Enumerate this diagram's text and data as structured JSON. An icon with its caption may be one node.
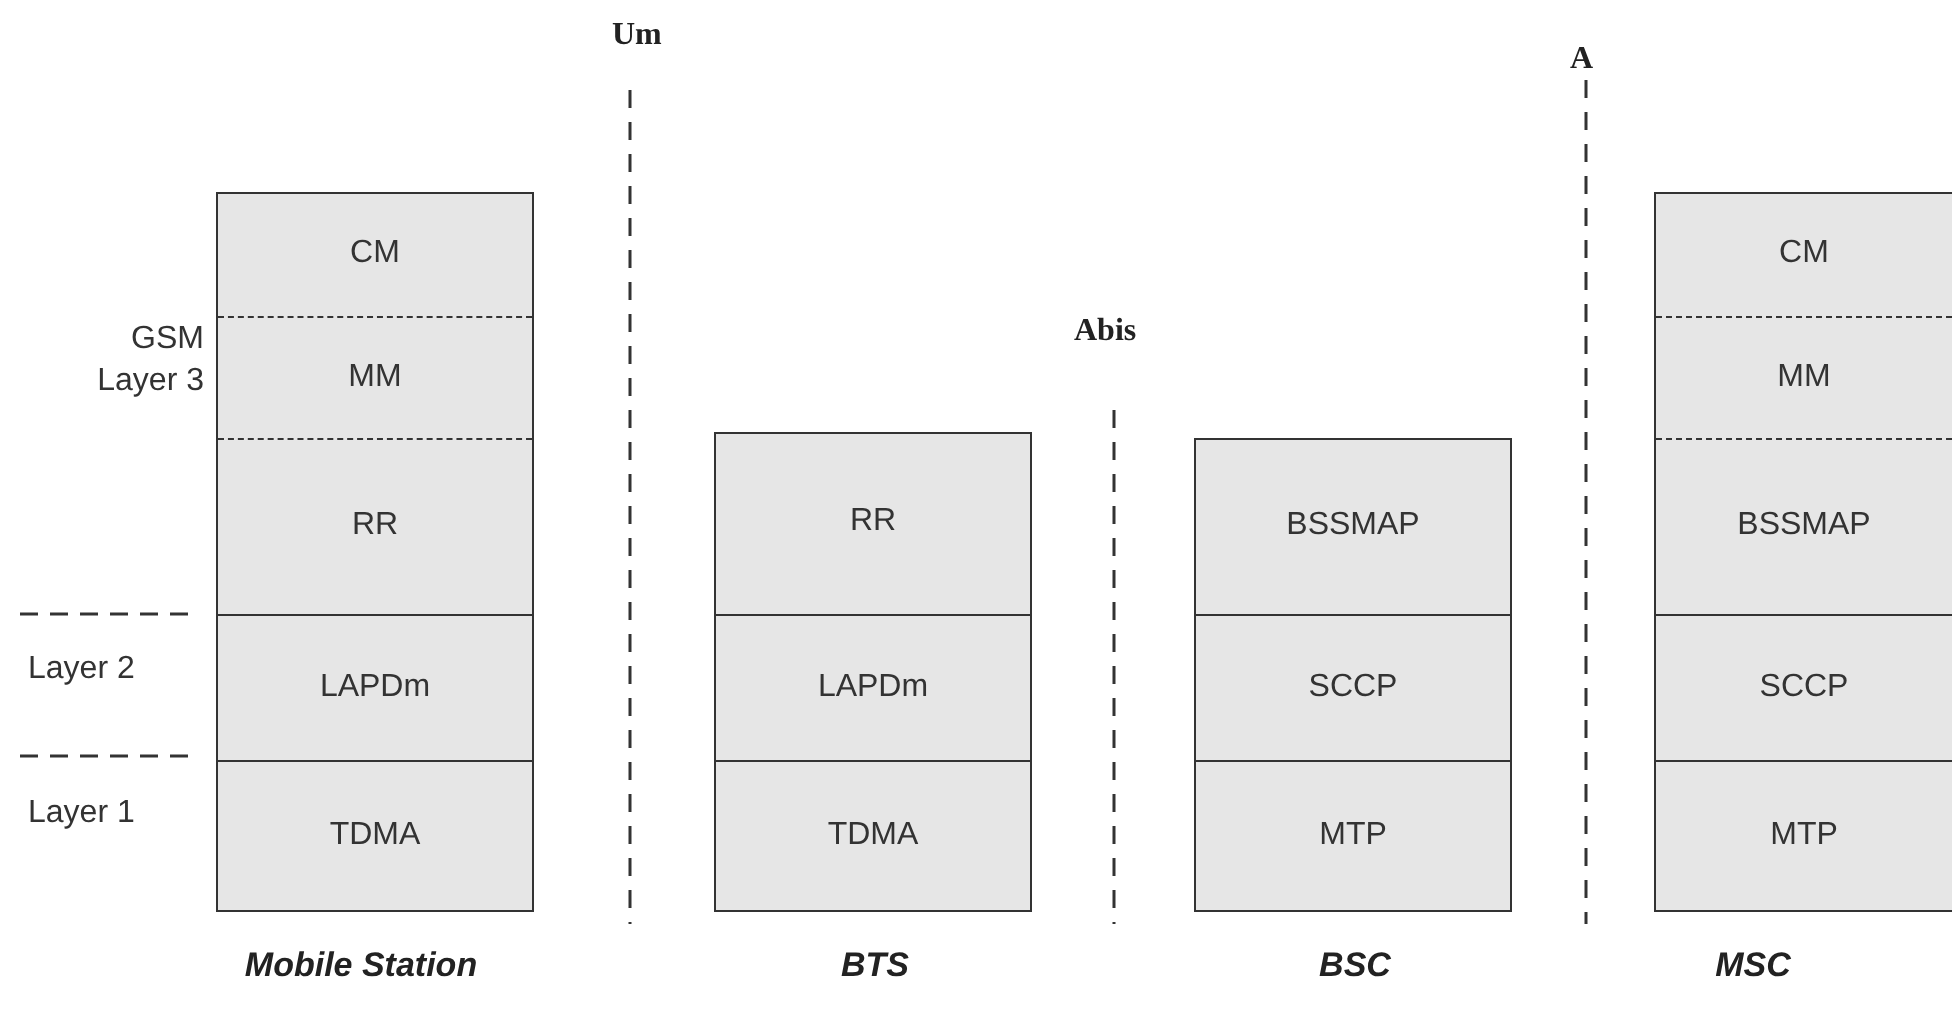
{
  "diagram": {
    "nodes": [
      {
        "text": [
          "Mobile Station"
        ]
      },
      {
        "text": [
          "CM"
        ],
        "in": 0
      },
      {
        "text": [
          "MM"
        ],
        "in": 0
      },
      {
        "text": [
          "RR"
        ],
        "in": 0
      },
      {
        "text": [
          "LAPDm"
        ],
        "in": 0
      },
      {
        "text": [
          "TDMA"
        ],
        "in": 0
      },
      {
        "text": [
          "BTS"
        ]
      },
      {
        "text": [
          "RR"
        ],
        "in": 6
      },
      {
        "text": [
          "LAPDm"
        ],
        "in": 6
      },
      {
        "text": [
          "TDMA"
        ],
        "in": 6
      },
      {
        "text": [
          "BSC"
        ]
      },
      {
        "text": [
          "BSSMAP"
        ],
        "in": 10
      },
      {
        "text": [
          "SCCP"
        ],
        "in": 10
      },
      {
        "text": [
          "MTP"
        ],
        "in": 10
      },
      {
        "text": [
          "MSC"
        ]
      },
      {
        "text": [
          "CM"
        ],
        "in": 14
      },
      {
        "text": [
          "MM"
        ],
        "in": 14
      },
      {
        "text": [
          "BSSMAP"
        ],
        "in": 14
      },
      {
        "text": [
          "SCCP"
        ],
        "in": 14
      },
      {
        "text": [
          "MTP"
        ],
        "in": 14
      }
    ],
    "labels": [
      "Um",
      "Abis",
      "A",
      "GSM Layer 3",
      "Layer 2",
      "Layer 1"
    ]
  }
}
